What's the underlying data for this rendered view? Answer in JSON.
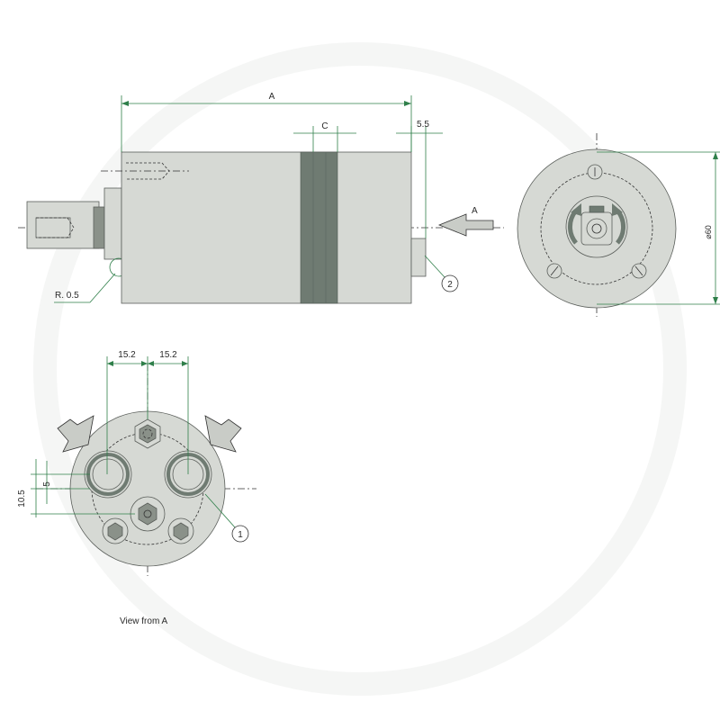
{
  "labels": {
    "dim_a": "A",
    "dim_c": "C",
    "dim_5_5": "5.5",
    "view_arrow": "A",
    "radius": "R. 0.5",
    "diameter": "⌀60",
    "dim_15_2_left": "15.2",
    "dim_15_2_right": "15.2",
    "dim_5": "5",
    "dim_10_5": "10.5",
    "callout_1": "1",
    "callout_2": "2",
    "view_caption": "View from A"
  },
  "colors": {
    "body": "#d6d9d4",
    "band": "#6f7b72",
    "dimension": "#2f7f4a"
  }
}
